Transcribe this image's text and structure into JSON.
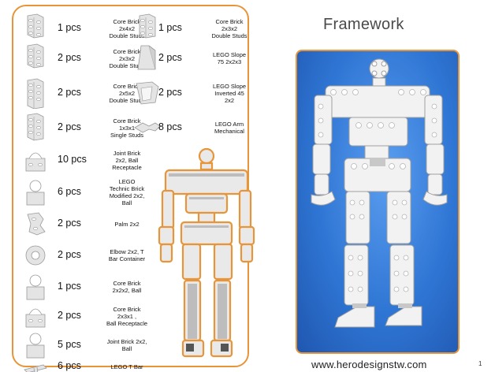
{
  "title": "Framework",
  "footer_url": "www.herodesignstw.com",
  "page_number": "1",
  "colors": {
    "accent_border": "#e8953a",
    "render_bg": "#2f76d4",
    "brick": "#e6e6e6"
  },
  "parts_left": [
    {
      "qty": "1 pcs",
      "name": [
        "Core Brick",
        "2x4x2",
        "Double Studs"
      ],
      "icon": "core-brick-2x4x2-icon"
    },
    {
      "qty": "2 pcs",
      "name": [
        "Core Brick",
        "2x3x2",
        "Double Studs"
      ],
      "icon": "core-brick-2x3x2-icon"
    },
    {
      "qty": "2 pcs",
      "name": [
        "Core Brick",
        "2x5x2",
        "Double Studs"
      ],
      "icon": "core-brick-2x5x2-icon"
    },
    {
      "qty": "2 pcs",
      "name": [
        "Core Brick",
        "1x3x1",
        "Single Studs"
      ],
      "icon": "core-brick-1x3x1-icon"
    },
    {
      "qty": "10 pcs",
      "name": [
        "Joint Brick",
        "2x2, Ball",
        "Receptacle"
      ],
      "icon": "joint-brick-receptacle-icon"
    },
    {
      "qty": "6 pcs",
      "name": [
        "LEGO",
        "Technic Brick",
        "Modified 2x2,",
        "Ball"
      ],
      "icon": "technic-brick-ball-icon"
    },
    {
      "qty": "2 pcs",
      "name": [
        "Palm 2x2"
      ],
      "icon": "palm-icon"
    },
    {
      "qty": "2 pcs",
      "name": [
        "Elbow 2x2, T",
        "Bar Container"
      ],
      "icon": "elbow-icon"
    },
    {
      "qty": "1 pcs",
      "name": [
        "Core Brick",
        "2x2x2, Ball"
      ],
      "icon": "core-brick-ball-icon"
    },
    {
      "qty": "2 pcs",
      "name": [
        "Core Brick",
        "2x3x1 ,",
        "Ball Receptacle"
      ],
      "icon": "core-brick-receptacle-icon"
    },
    {
      "qty": "5 pcs",
      "name": [
        "Joint Brick 2x2,",
        "Ball"
      ],
      "icon": "joint-brick-ball-icon"
    },
    {
      "qty": "6 pcs",
      "name": [
        "LEGO T Bar"
      ],
      "icon": "t-bar-icon"
    }
  ],
  "parts_right": [
    {
      "qty": "1 pcs",
      "name": [
        "Core Brick",
        "2x3x2",
        "Double Studs"
      ],
      "icon": "core-brick-2x3x2-icon"
    },
    {
      "qty": "2 pcs",
      "name": [
        "LEGO Slope",
        "75 2x2x3"
      ],
      "icon": "slope-75-icon"
    },
    {
      "qty": "2 pcs",
      "name": [
        "LEGO Slope",
        "Inverted 45",
        "2x2"
      ],
      "icon": "slope-inverted-icon"
    },
    {
      "qty": "8 pcs",
      "name": [
        "LEGO Arm",
        "Mechanical"
      ],
      "icon": "mechanical-arm-icon"
    }
  ]
}
